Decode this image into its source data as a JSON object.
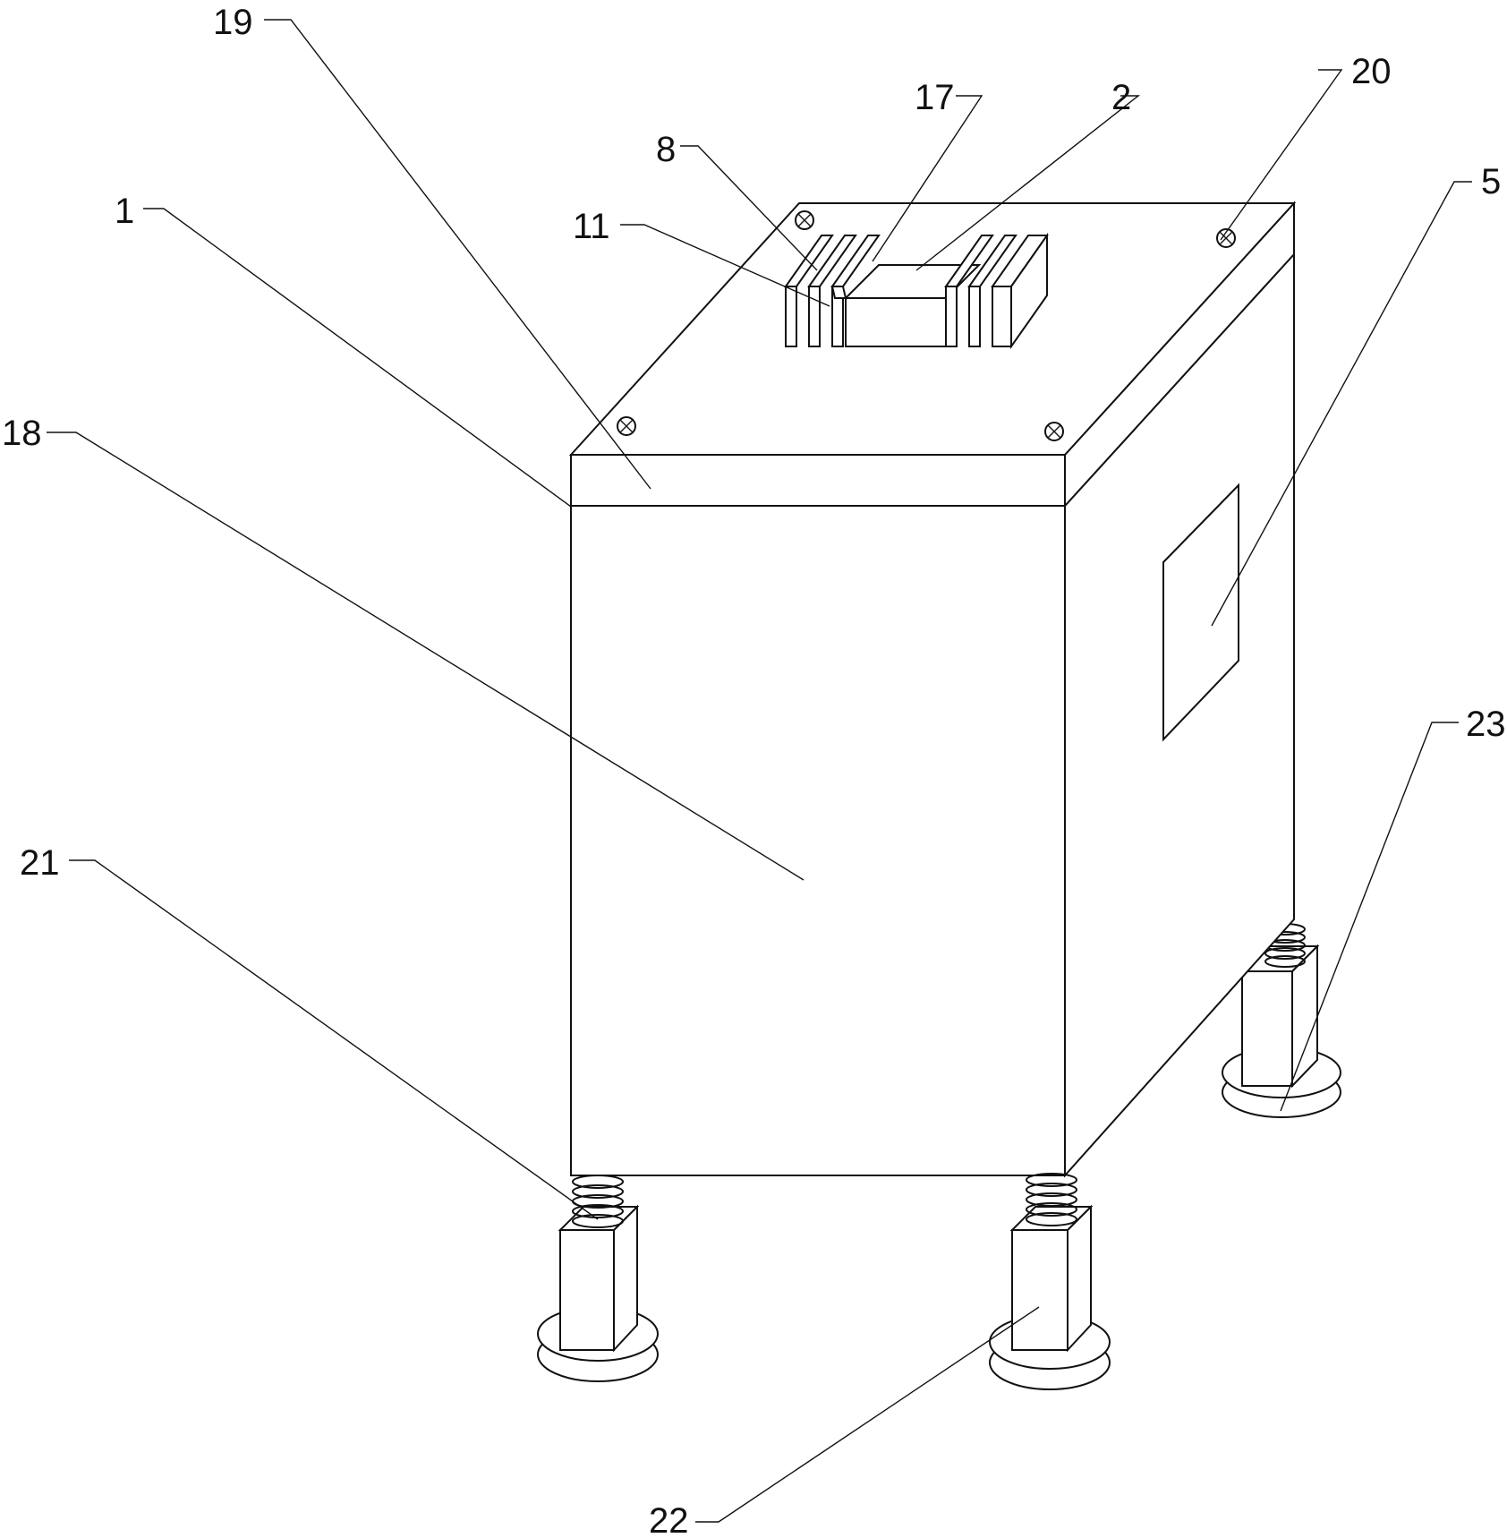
{
  "figure": {
    "labels": {
      "l19": "19",
      "l17": "17",
      "l2": "2",
      "l20": "20",
      "l8": "8",
      "l5": "5",
      "l1": "1",
      "l11": "11",
      "l18": "18",
      "l23": "23",
      "l21": "21",
      "l22": "22"
    },
    "colors": {
      "line": "#111111",
      "background": "#ffffff"
    }
  }
}
